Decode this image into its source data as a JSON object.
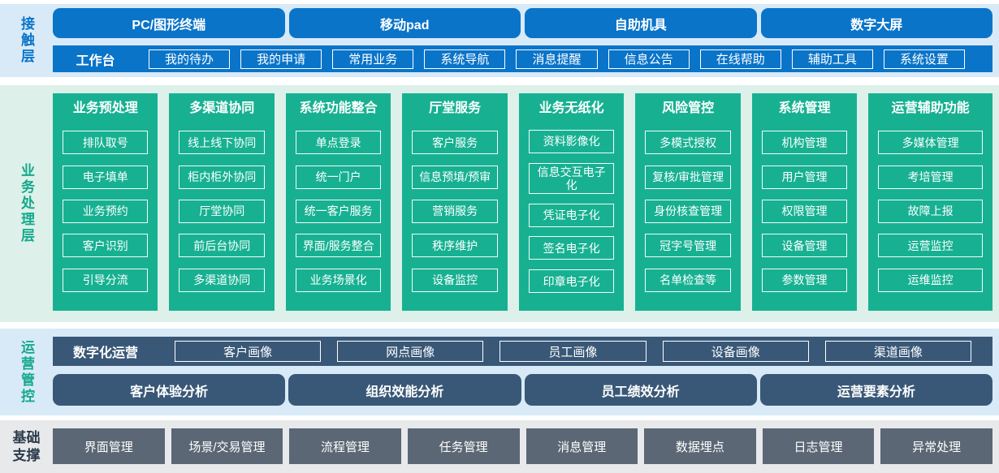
{
  "colors": {
    "accent_blue": "#0a74c9",
    "teal": "#17b192",
    "slate": "#395877",
    "gray_button": "#5b6774",
    "band_blue_bg": "#d8eaf7",
    "band_green_bg": "#ddf0e9",
    "band_gray_bg": "#e7e9eb"
  },
  "layers": {
    "contact": {
      "label": "接触层",
      "channels": [
        "PC/图形终端",
        "移动pad",
        "自助机具",
        "数字大屏"
      ],
      "workbench": {
        "label": "工作台",
        "items": [
          "我的待办",
          "我的申请",
          "常用业务",
          "系统导航",
          "消息提醒",
          "信息公告",
          "在线帮助",
          "辅助工具",
          "系统设置"
        ]
      }
    },
    "business": {
      "label": "业务处理层",
      "columns": [
        {
          "title": "业务预处理",
          "items": [
            "排队取号",
            "电子填单",
            "业务预约",
            "客户识别",
            "引导分流"
          ]
        },
        {
          "title": "多渠道协同",
          "items": [
            "线上线下协同",
            "柜内柜外协同",
            "厅堂协同",
            "前后台协同",
            "多渠道协同"
          ]
        },
        {
          "title": "系统功能整合",
          "items": [
            "单点登录",
            "统一门户",
            "统一客户服务",
            "界面/服务整合",
            "业务场景化"
          ]
        },
        {
          "title": "厅堂服务",
          "items": [
            "客户服务",
            "信息预填/预审",
            "营销服务",
            "秩序维护",
            "设备监控"
          ]
        },
        {
          "title": "业务无纸化",
          "items": [
            "资料影像化",
            "信息交互电子化",
            "凭证电子化",
            "签名电子化",
            "印章电子化"
          ]
        },
        {
          "title": "风险管控",
          "items": [
            "多模式授权",
            "复核/审批管理",
            "身份核查管理",
            "冠字号管理",
            "名单检查等"
          ]
        },
        {
          "title": "系统管理",
          "items": [
            "机构管理",
            "用户管理",
            "权限管理",
            "设备管理",
            "参数管理"
          ]
        },
        {
          "title": "运营辅助功能",
          "items": [
            "多媒体管理",
            "考培管理",
            "故障上报",
            "运营监控",
            "运维监控"
          ]
        }
      ]
    },
    "ops": {
      "label": "运营管控",
      "digital": {
        "label": "数字化运营",
        "items": [
          "客户画像",
          "网点画像",
          "员工画像",
          "设备画像",
          "渠道画像"
        ]
      },
      "analysis": [
        "客户体验分析",
        "组织效能分析",
        "员工绩效分析",
        "运营要素分析"
      ]
    },
    "support": {
      "label": "基础\n支撑",
      "items": [
        "界面管理",
        "场景/交易管理",
        "流程管理",
        "任务管理",
        "消息管理",
        "数据埋点",
        "日志管理",
        "异常处理"
      ]
    }
  }
}
